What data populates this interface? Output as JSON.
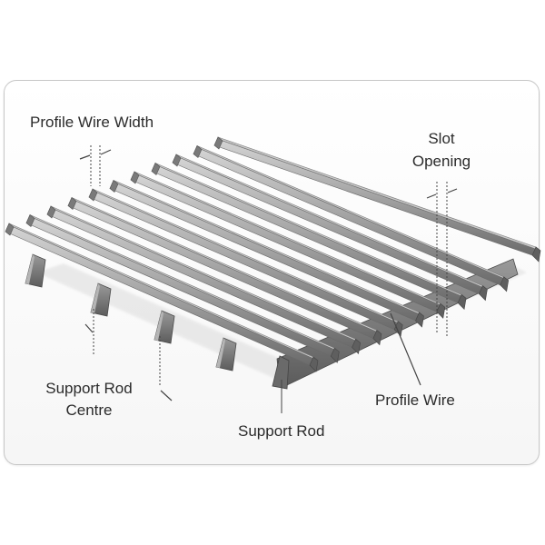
{
  "labels": {
    "profile_wire_width": "Profile Wire Width",
    "slot_opening_line1": "Slot",
    "slot_opening_line2": "Opening",
    "support_rod_centre_line1": "Support Rod",
    "support_rod_centre_line2": "Centre",
    "profile_wire": "Profile Wire",
    "support_rod": "Support Rod"
  },
  "colors": {
    "frame_border": "#c7c7c7",
    "wire_top": "#b9b9b9",
    "wire_side": "#6e6e6e",
    "rod_face": "#8a8a8a",
    "rod_dark": "#555555",
    "text": "#2b2b2b"
  }
}
